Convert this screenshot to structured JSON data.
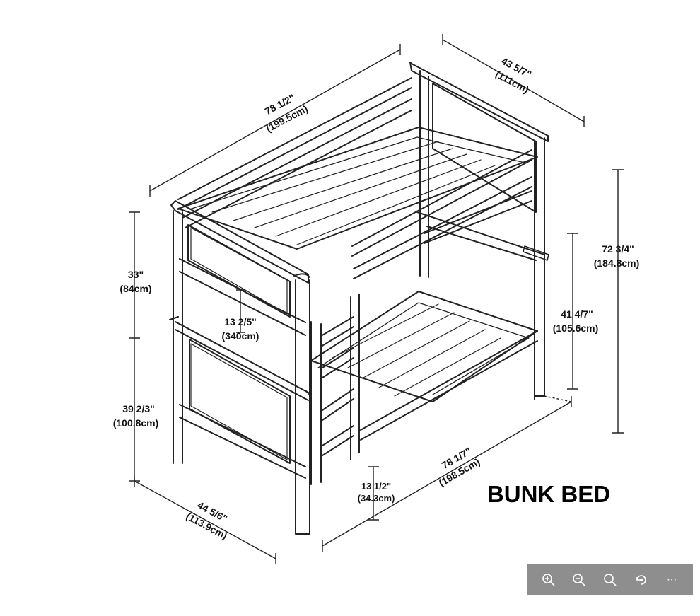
{
  "title": "BUNK BED",
  "dimensions": {
    "top_length": "78 1/2\"",
    "top_length_cm": "(199.5cm)",
    "top_width": "43 5/7\"",
    "top_width_cm": "(111cm)",
    "total_height": "72 3/4\"",
    "total_height_cm": "(184.8cm)",
    "lower_height": "41 4/7\"",
    "lower_height_cm": "(105.6cm)",
    "upper_section": "33\"",
    "upper_section_cm": "(84cm)",
    "bed_gap": "13 2/5\"",
    "bed_gap_cm": "(340cm)",
    "lower_section": "39 2/3\"",
    "lower_section_cm": "(100.8cm)",
    "base_width": "44 5/6\"",
    "base_width_cm": "(113.9cm)",
    "base_length": "78 1/7\"",
    "base_length_cm": "(198.5cm)",
    "floor_clearance": "13 1/2\"",
    "floor_clearance_cm": "(34.3cm)"
  },
  "toolbar": {
    "zoom_in": "zoom-in-icon",
    "zoom_out": "zoom-out-icon",
    "fit": "search-icon",
    "rotate": "rotate-icon",
    "more": "···"
  }
}
